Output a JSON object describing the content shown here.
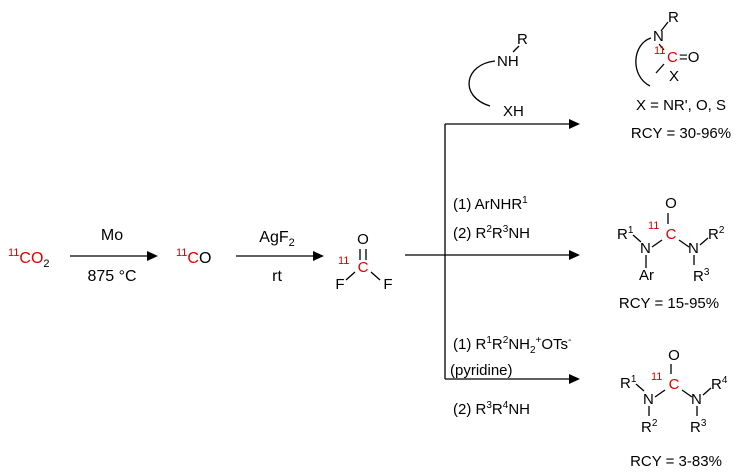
{
  "colors": {
    "isotope_label": "#e00000",
    "text": "#000000"
  },
  "isotope": "11",
  "start": {
    "formula": "CO",
    "subscript": "2"
  },
  "step1": {
    "reagent": "Mo",
    "condition": "875 °C"
  },
  "intermediate": {
    "formula": "CO"
  },
  "step2": {
    "reagent": "AgF",
    "reagent_sub": "2",
    "condition": "rt"
  },
  "carbonyl_fluoride": {
    "O": "O",
    "C": "C",
    "F_left": "F",
    "F_right": "F"
  },
  "route1": {
    "reagent": {
      "NH": "NH",
      "R": "R",
      "XH": "XH"
    },
    "product": {
      "N": "N",
      "R": "R",
      "C": "C",
      "eq": "=O",
      "X": "X"
    },
    "condition_line": "X = NR', O, S",
    "rcy": "RCY = 30-96%"
  },
  "route2": {
    "reagent1": {
      "prefix": "(1) ArNHR",
      "sup": "1"
    },
    "reagent2": {
      "prefix": "(2) R",
      "sup_a": "2",
      "mid": "R",
      "sup_b": "3",
      "suffix": "NH"
    },
    "product": {
      "R1": "R",
      "R1_sup": "1",
      "N1": "N",
      "Ar": "Ar",
      "O": "O",
      "C": "C",
      "N2": "N",
      "R2": "R",
      "R2_sup": "2",
      "R3": "R",
      "R3_sup": "3"
    },
    "rcy": "RCY = 15-95%"
  },
  "route3": {
    "reagent1": {
      "prefix": "(1) R",
      "sup_a": "1",
      "mid": "R",
      "sup_b": "2",
      "nh": "NH",
      "sub": "2",
      "plus": "+",
      "ots": "OTs",
      "minus": "-"
    },
    "additive": "(pyridine)",
    "reagent2": {
      "prefix": "(2) R",
      "sup_a": "3",
      "mid": "R",
      "sup_b": "4",
      "suffix": "NH"
    },
    "product": {
      "R1": "R",
      "R1_sup": "1",
      "N1": "N",
      "R2": "R",
      "R2_sup": "2",
      "O": "O",
      "C": "C",
      "N2": "N",
      "R4": "R",
      "R4_sup": "4",
      "R3": "R",
      "R3_sup": "3"
    },
    "rcy": "RCY = 3-83%"
  }
}
